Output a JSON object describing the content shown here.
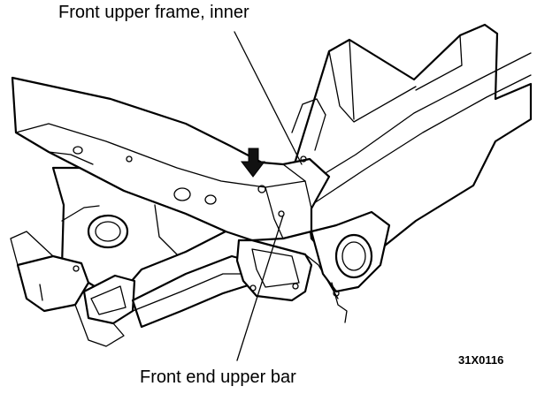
{
  "labels": {
    "front_upper_frame_inner": "Front upper frame, inner",
    "front_end_upper_bar": "Front end upper bar",
    "figure_code": "31X0116"
  },
  "colors": {
    "ink": "#000000",
    "paper": "#ffffff"
  },
  "icons": {
    "pointer": "down-arrow-icon"
  }
}
